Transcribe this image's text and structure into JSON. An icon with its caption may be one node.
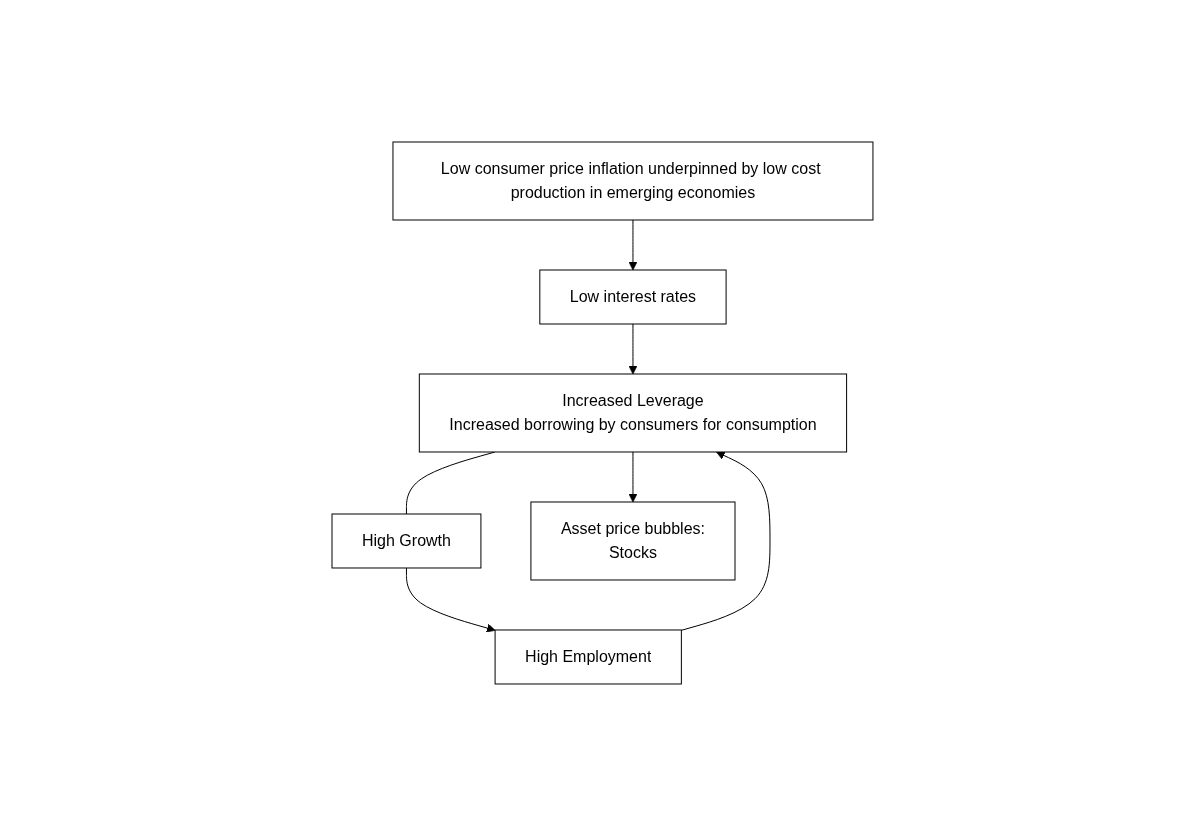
{
  "diagram": {
    "nodes": [
      {
        "text": [
          "Low consumer price inflation underpinned by low cost production in emerging economies"
        ]
      },
      {
        "text": [
          "High Employment"
        ]
      },
      {
        "text": [
          "High Growth"
        ]
      },
      {
        "text": [
          "Low interest rates"
        ]
      },
      {
        "text": [
          "Asset price bubbles:",
          "Stocks"
        ]
      },
      {
        "text": [
          "Increased Leverage",
          "Increased borrowing by consumers for consumption"
        ]
      }
    ],
    "edges": [
      {
        "from": 0,
        "to": 3,
        "arrow": "to"
      },
      {
        "from": 3,
        "to": 5,
        "arrow": "to"
      },
      {
        "from": 5,
        "to": 2,
        "arrow": "none"
      },
      {
        "from": 2,
        "to": 1,
        "arrow": "to"
      },
      {
        "from": 1,
        "to": 5,
        "arrow": "to"
      },
      {
        "from": 5,
        "to": 4,
        "arrow": "to"
      }
    ]
  }
}
